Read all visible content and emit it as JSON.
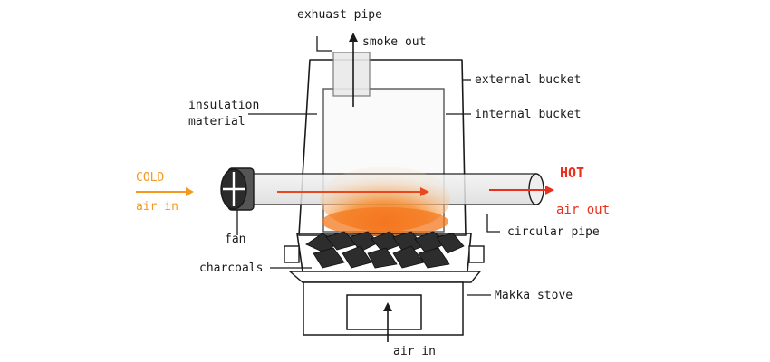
{
  "labels": {
    "exhaust_pipe": "exhuast pipe",
    "smoke_out": "smoke out",
    "external_bucket": "external bucket",
    "internal_bucket": "internal bucket",
    "insulation_line1": "insulation",
    "insulation_line2": "material",
    "cold": "COLD",
    "cold_air_in": "air in",
    "fan": "fan",
    "hot": "HOT",
    "hot_air_out": "air out",
    "circular_pipe": "circular pipe",
    "charcoals": "charcoals",
    "makka_stove": "Makka stove",
    "air_in_bottom": "air in"
  },
  "colors": {
    "cold": "#f39a1e",
    "hot": "#e8301c",
    "insulation": "#c9b9a6",
    "flame": "#f47a20",
    "charcoal": "#333333",
    "stove_gray": "#6d6d6d"
  }
}
